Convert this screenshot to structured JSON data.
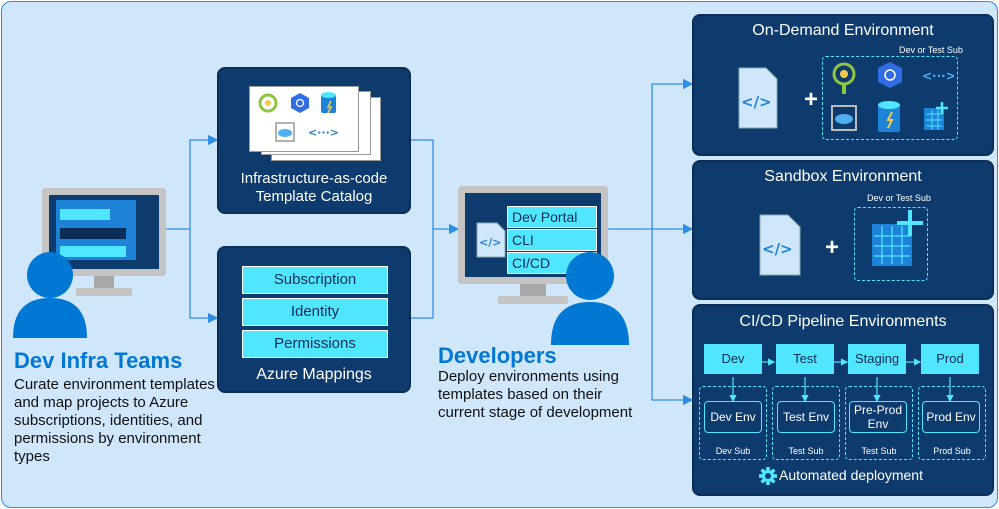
{
  "dev_infra": {
    "title": "Dev Infra Teams",
    "description": "Curate environment templates and map projects to Azure subscriptions, identities, and permissions by environment types"
  },
  "developers": {
    "title": "Developers",
    "description": "Deploy environments using templates based on their current stage of development",
    "menu": [
      "Dev Portal",
      "CLI",
      "CI/CD"
    ]
  },
  "catalog": {
    "title": "Infrastructure-as-code Template Catalog"
  },
  "mappings": {
    "title": "Azure Mappings",
    "items": [
      "Subscription",
      "Identity",
      "Permissions"
    ]
  },
  "on_demand": {
    "title": "On-Demand Environment",
    "sub_label": "Dev or Test Sub"
  },
  "sandbox": {
    "title": "Sandbox Environment",
    "sub_label": "Dev or Test Sub"
  },
  "cicd": {
    "title": "CI/CD Pipeline Environments",
    "stages": [
      "Dev",
      "Test",
      "Staging",
      "Prod"
    ],
    "envs": [
      "Dev Env",
      "Test Env",
      "Pre-Prod Env",
      "Prod Env"
    ],
    "subs": [
      "Dev Sub",
      "Test Sub",
      "Test Sub",
      "Prod Sub"
    ],
    "automated": "Automated deployment"
  },
  "symbols": {
    "plus": "+",
    "code": "</>"
  },
  "colors": {
    "accent": "#50e6ff",
    "dark": "#0d3b6e",
    "brand": "#0078d4"
  }
}
